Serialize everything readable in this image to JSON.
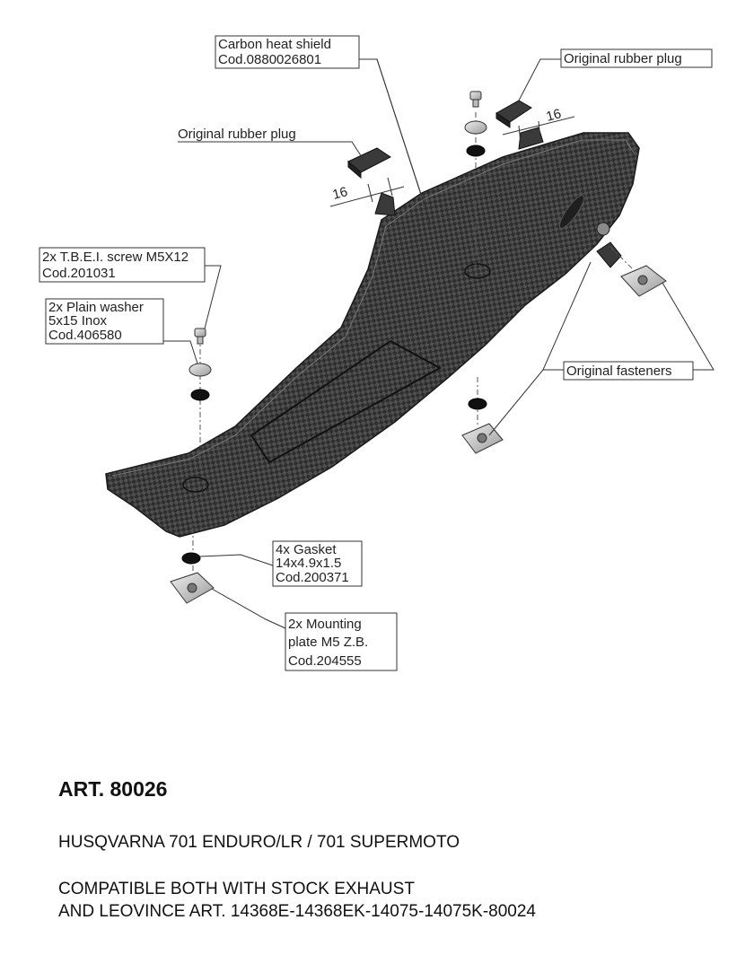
{
  "labels": {
    "heat_shield": {
      "line1": "Carbon heat shield",
      "line2": "Cod.0880026801"
    },
    "rubber_plug_right": "Original rubber plug",
    "rubber_plug_left": "Original rubber plug",
    "screw": {
      "line1": "2x T.B.E.I. screw M5X12",
      "line2": "Cod.201031"
    },
    "washer": {
      "line1": "2x Plain washer",
      "line2": "5x15 Inox",
      "line3": "Cod.406580"
    },
    "fasteners": "Original fasteners",
    "gasket": {
      "line1": "4x Gasket",
      "line2": "14x4.9x1.5",
      "line3": "Cod.200371"
    },
    "mounting_plate": {
      "line1": "2x Mounting",
      "line2": "plate M5 Z.B.",
      "line3": "Cod.204555"
    }
  },
  "dimensions": {
    "left_tab": "16",
    "right_tab": "16"
  },
  "footer": {
    "article": "ART. 80026",
    "model": "HUSQVARNA 701 ENDURO/LR / 701 SUPERMOTO",
    "compat_line1": "COMPATIBLE BOTH WITH STOCK EXHAUST",
    "compat_line2": "AND LEOVINCE  ART. 14368E-14368EK-14075-14075K-80024"
  },
  "colors": {
    "carbon_dark": "#2b2b2b",
    "carbon_light": "#5a5a5a",
    "metal": "#c9c9c9",
    "ink": "#222222"
  }
}
